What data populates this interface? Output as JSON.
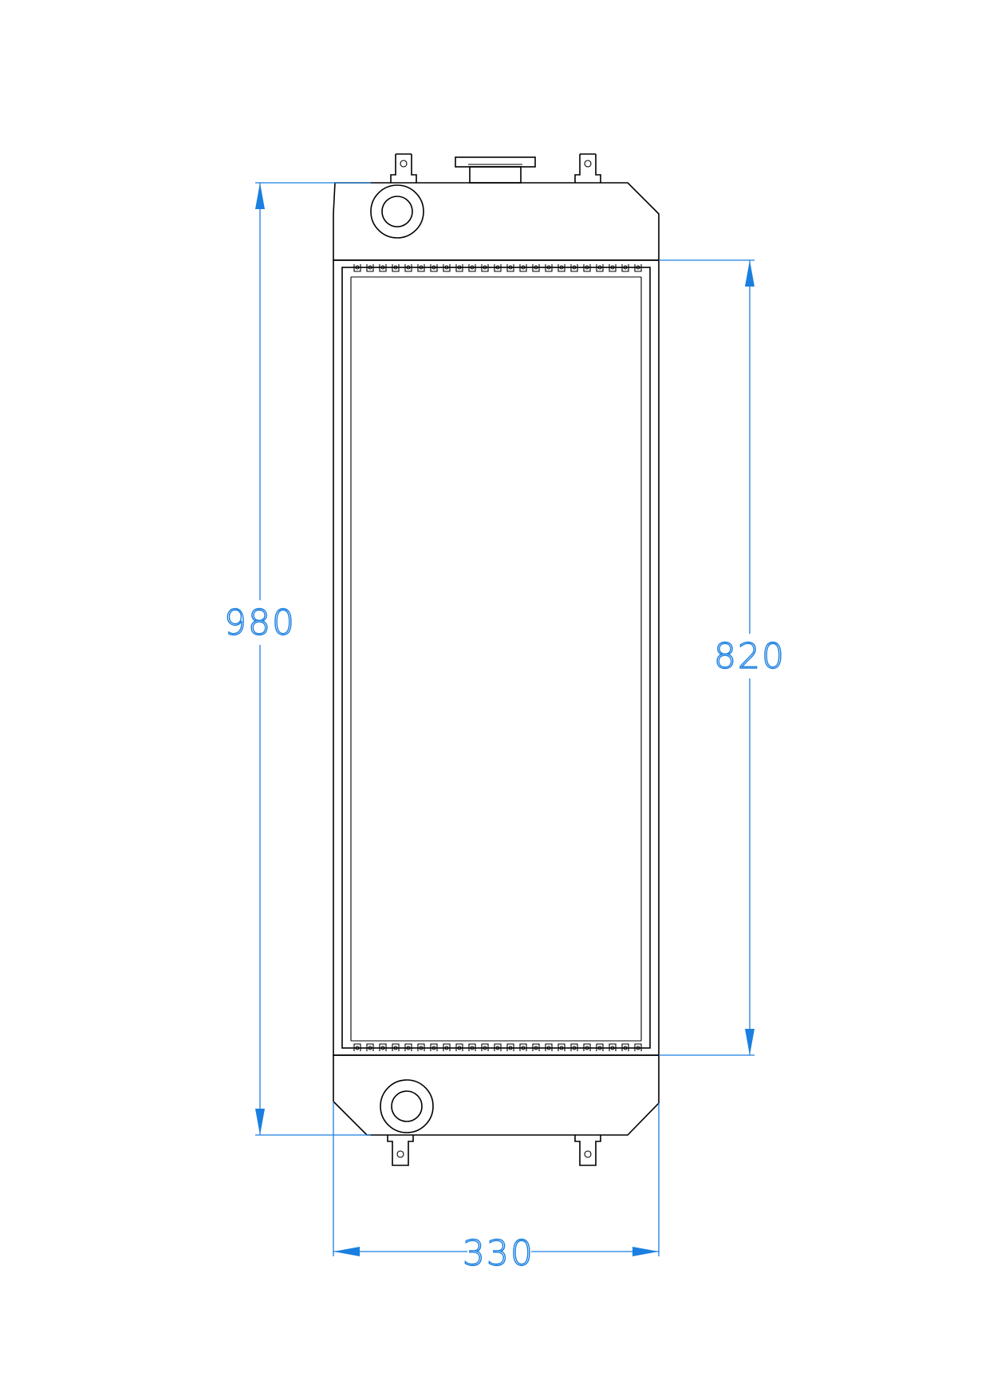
{
  "drawing": {
    "subject": "radiator",
    "dimensions": {
      "overall_height": "980",
      "core_height": "820",
      "overall_width": "330"
    },
    "colors": {
      "line": "#000000",
      "dimension": "#1a7fe0",
      "background": "#ffffff"
    }
  }
}
